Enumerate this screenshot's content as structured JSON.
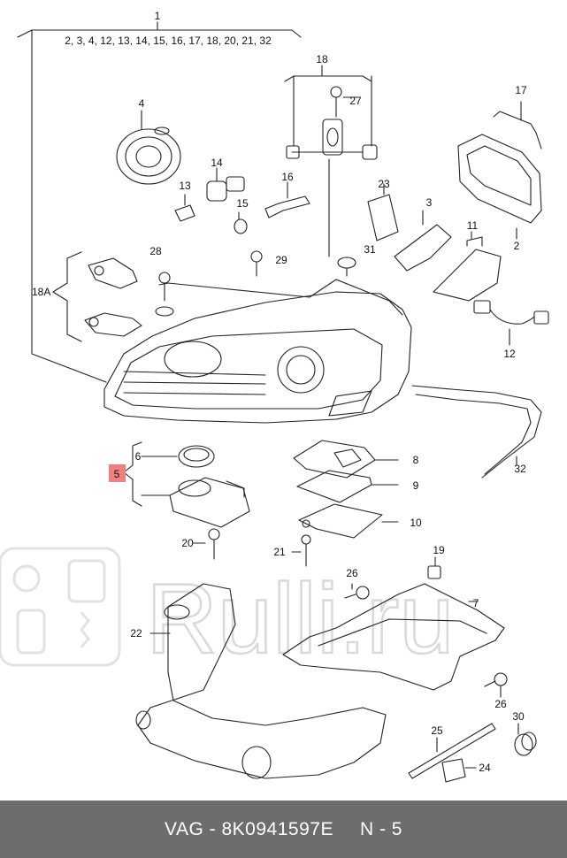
{
  "diagram": {
    "group_1": {
      "number": "1",
      "members": "2, 3, 4, 12, 13, 14, 15, 16, 17, 18, 20, 21, 32"
    },
    "group_18": {
      "number": "18"
    },
    "group_18A": {
      "number": "18A"
    },
    "highlighted_part": {
      "number": "5",
      "highlight_color": "#f08080"
    },
    "part_labels": {
      "p2": "2",
      "p3": "3",
      "p4": "4",
      "p6": "6",
      "p7": "7",
      "p8": "8",
      "p9": "9",
      "p10": "10",
      "p11": "11",
      "p12": "12",
      "p13": "13",
      "p14": "14",
      "p15": "15",
      "p16": "16",
      "p17": "17",
      "p19": "19",
      "p20": "20",
      "p21": "21",
      "p22": "22",
      "p23": "23",
      "p24": "24",
      "p25": "25",
      "p26a": "26",
      "p26b": "26",
      "p27": "27",
      "p28": "28",
      "p29": "29",
      "p30": "30",
      "p31": "31",
      "p32": "32"
    },
    "watermark": {
      "text": "Rulli.ru",
      "icon": "car-parts-icon"
    }
  },
  "footer": {
    "brand": "VAG",
    "separator": "-",
    "part_number": "8K0941597E",
    "position_label": "N - 5",
    "background_color": "#6d6d6d"
  }
}
